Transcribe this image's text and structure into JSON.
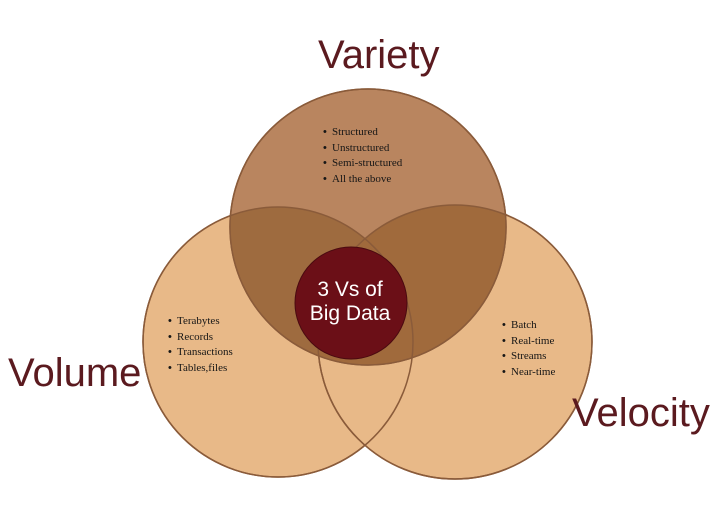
{
  "center": {
    "line1": "3 Vs of",
    "line2": "Big Data",
    "color": "#6b0f17"
  },
  "variety": {
    "title": "Variety",
    "items": [
      "Structured",
      "Unstructured",
      "Semi-structured",
      "All the above"
    ]
  },
  "volume": {
    "title": "Volume",
    "items": [
      "Terabytes",
      "Records",
      "Transactions",
      "Tables,files"
    ]
  },
  "velocity": {
    "title": "Velocity",
    "items": [
      "Batch",
      "Real-time",
      "Streams",
      "Near-time"
    ]
  },
  "colors": {
    "label_text": "#5b1a1f",
    "variety_fill": "#b9855f",
    "volume_fill": "#e8b988",
    "velocity_fill": "#e8b988",
    "circle_stroke": "#8a5b3a",
    "center_fill": "#6b0f17"
  }
}
